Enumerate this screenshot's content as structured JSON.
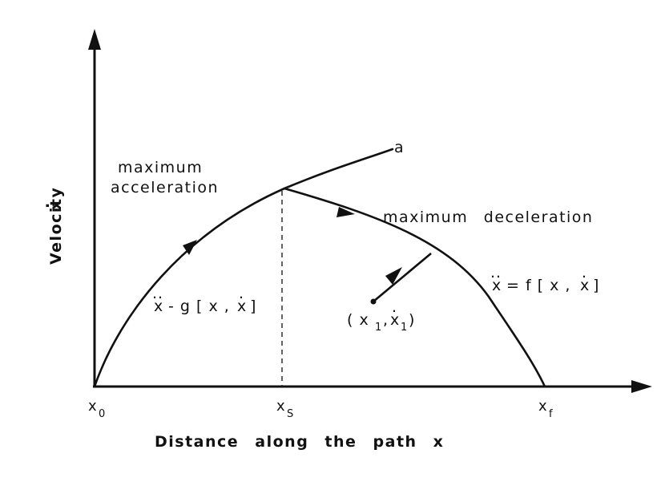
{
  "axes": {
    "y_label": "Velocity",
    "y_symbol": "x",
    "x_label": "Distance along the path x"
  },
  "ticks": {
    "x0": {
      "base": "x",
      "sub": "0"
    },
    "xs": {
      "base": "x",
      "sub": "S"
    },
    "xf": {
      "base": "x",
      "sub": "f"
    }
  },
  "curve_label": "a",
  "annotations": {
    "acceleration": [
      "maximum",
      "acceleration"
    ],
    "deceleration": "maximum deceleration"
  },
  "equations": {
    "accel_lhs": "x",
    "accel_rhs": "- g [ x ,",
    "accel_x": "x",
    "accel_close": "]",
    "decel_lhs": "x",
    "decel_rhs": "= f [ x ,",
    "decel_x": "x",
    "decel_close": "]"
  },
  "point": {
    "open": "( x",
    "sub1": "1",
    "comma": ",",
    "xdot": "x",
    "sub2": "1",
    "close": ")"
  }
}
